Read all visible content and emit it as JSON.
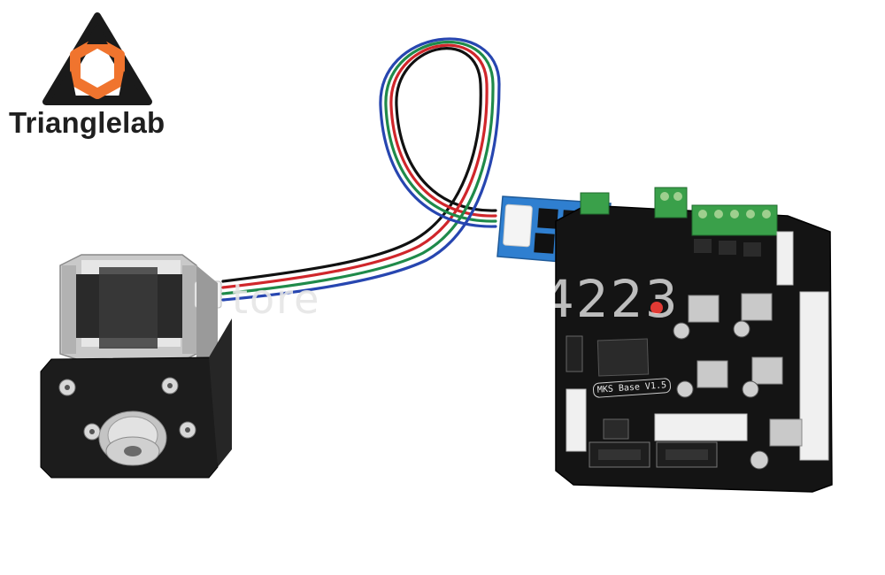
{
  "brand": {
    "name": "Trianglelab",
    "logo_icon": "triangle-hexagon-logo",
    "colors": {
      "logo_dark": "#1a1a1a",
      "logo_accent": "#f0742e"
    }
  },
  "watermark": {
    "left_fragment": "tore",
    "right_fragment": "4223"
  },
  "board": {
    "label": "MKS Base V1.5"
  },
  "colors": {
    "background": "#ffffff",
    "pcb": "#141414",
    "module_pcb": "#2f7fd0",
    "terminal_green": "#3aa04a",
    "wire_red": "#d0262b",
    "wire_green": "#1f8a4a",
    "wire_blue": "#2746b0",
    "wire_black": "#111111"
  }
}
